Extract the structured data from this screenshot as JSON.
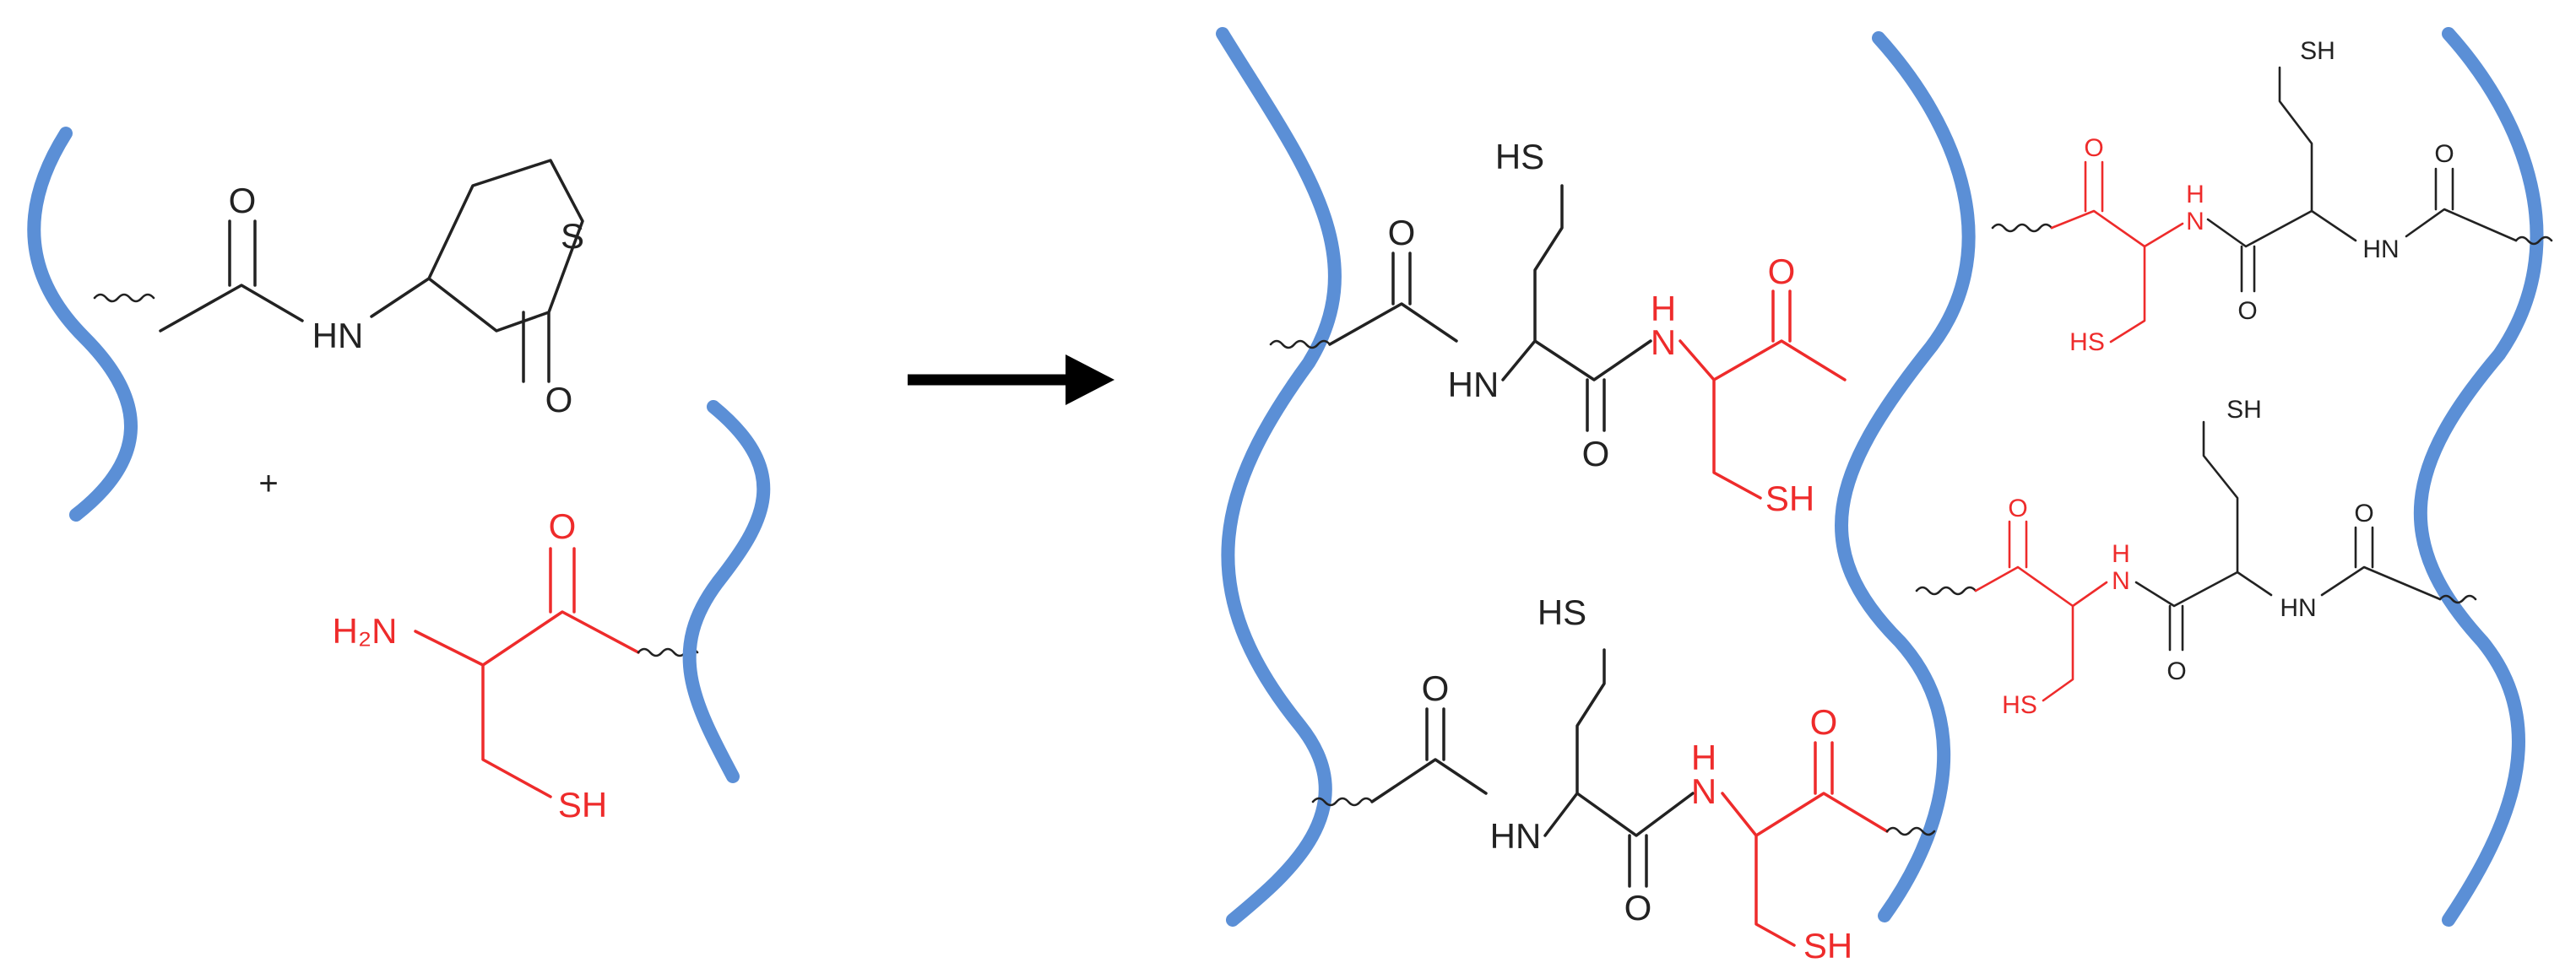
{
  "colors": {
    "backbone": "#5b8fd6",
    "black_bonds": "#222222",
    "red_fragment": "#ee2b2b",
    "arrow": "#000000"
  },
  "reactant_a": {
    "oxygen_carbonyl": "O",
    "amide": "HN",
    "sulfur": "S",
    "oxygen_lactone": "O"
  },
  "plus_sign": "+",
  "reactant_b": {
    "oxygen": "O",
    "amine": "H₂N",
    "thiol": "SH"
  },
  "product_1": {
    "thiol_top": "HS",
    "o_left": "O",
    "hn": "HN",
    "o_mid": "O",
    "nh_red": "H",
    "n_red": "N",
    "o_red": "O",
    "sh_red": "SH"
  },
  "product_2": {
    "thiol_top": "HS",
    "o_left": "O",
    "hn": "HN",
    "o_mid": "O",
    "nh_red": "H",
    "n_red": "N",
    "o_red": "O",
    "sh_red": "SH"
  },
  "product_3": {
    "thiol_top": "SH",
    "o_red": "O",
    "n_red": "N",
    "h_red": "H",
    "sh_red": "HS",
    "o_black": "O",
    "hn": "HN",
    "o_right": "O"
  },
  "product_4": {
    "thiol_top": "SH",
    "o_red": "O",
    "n_red": "N",
    "h_red": "H",
    "sh_red": "HS",
    "o_black": "O",
    "hn": "HN",
    "o_right": "O"
  }
}
